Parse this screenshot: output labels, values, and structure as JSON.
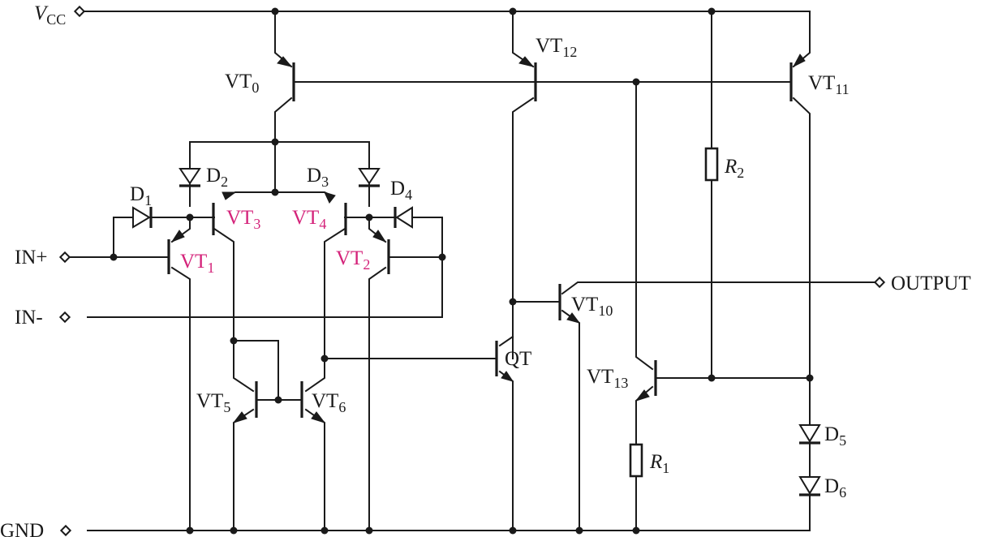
{
  "colors": {
    "wire": "#1a1a1a",
    "highlight": "#d4237a",
    "background": "#ffffff"
  },
  "labels": {
    "vcc": {
      "main": "V",
      "sub": "CC"
    },
    "gnd": "GND",
    "in_plus": "IN+",
    "in_minus": "IN-",
    "output": "OUTPUT",
    "vt0": {
      "main": "VT",
      "sub": "0"
    },
    "vt1": {
      "main": "VT",
      "sub": "1"
    },
    "vt2": {
      "main": "VT",
      "sub": "2"
    },
    "vt3": {
      "main": "VT",
      "sub": "3"
    },
    "vt4": {
      "main": "VT",
      "sub": "4"
    },
    "vt5": {
      "main": "VT",
      "sub": "5"
    },
    "vt6": {
      "main": "VT",
      "sub": "6"
    },
    "vt10": {
      "main": "VT",
      "sub": "10"
    },
    "vt11": {
      "main": "VT",
      "sub": "11"
    },
    "vt12": {
      "main": "VT",
      "sub": "12"
    },
    "vt13": {
      "main": "VT",
      "sub": "13"
    },
    "qt": "QT",
    "d1": {
      "main": "D",
      "sub": "1"
    },
    "d2": {
      "main": "D",
      "sub": "2"
    },
    "d3": {
      "main": "D",
      "sub": "3"
    },
    "d4": {
      "main": "D",
      "sub": "4"
    },
    "d5": {
      "main": "D",
      "sub": "5"
    },
    "d6": {
      "main": "D",
      "sub": "6"
    },
    "r1": {
      "main": "R",
      "sub": "1"
    },
    "r2": {
      "main": "R",
      "sub": "2"
    }
  }
}
